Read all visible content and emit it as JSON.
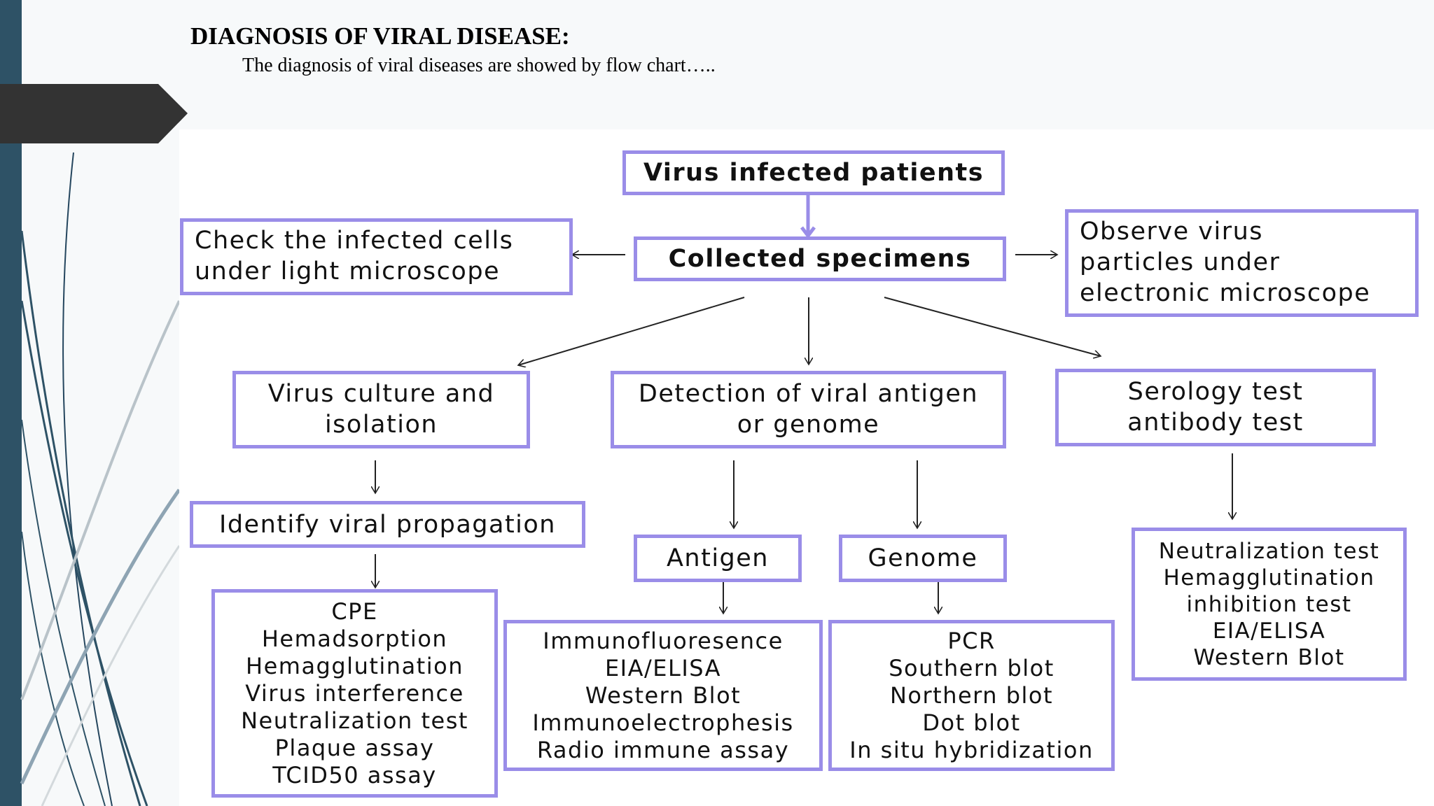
{
  "slide": {
    "heading": "DIAGNOSIS OF VIRAL DISEASE:",
    "subtitle": "The diagnosis of viral diseases are showed by flow chart….."
  },
  "colors": {
    "sidebar": "#2e5266",
    "tab": "#333333",
    "box_border": "#9a8de8",
    "arrow_blue": "#9a8de8"
  },
  "flowchart": {
    "root": [
      "Virus infected patients"
    ],
    "collected": [
      "Collected specimens"
    ],
    "check_cells": [
      "Check the infected cells",
      "under light microscope"
    ],
    "observe": [
      "Observe  virus",
      "particles under",
      "electronic microscope"
    ],
    "culture": [
      "Virus culture and",
      "isolation"
    ],
    "detection": [
      "Detection of viral antigen",
      "or genome"
    ],
    "serology": [
      "Serology test",
      "antibody test"
    ],
    "propagation": [
      "Identify viral propagation"
    ],
    "antigen": [
      "Antigen"
    ],
    "genome": [
      "Genome"
    ],
    "culture_methods": [
      "CPE",
      "Hemadsorption",
      "Hemagglutination",
      "Virus interference",
      "Neutralization test",
      "Plaque assay",
      "TCID50 assay"
    ],
    "antigen_methods": [
      "Immunofluoresence",
      "EIA/ELISA",
      "Western Blot",
      "Immunoelectrophesis",
      "Radio immune assay"
    ],
    "genome_methods": [
      "PCR",
      "Southern blot",
      "Northern blot",
      "Dot blot",
      "In situ hybridization"
    ],
    "serology_methods": [
      "Neutralization test",
      "Hemagglutination",
      "inhibition test",
      "EIA/ELISA",
      "Western Blot"
    ]
  }
}
